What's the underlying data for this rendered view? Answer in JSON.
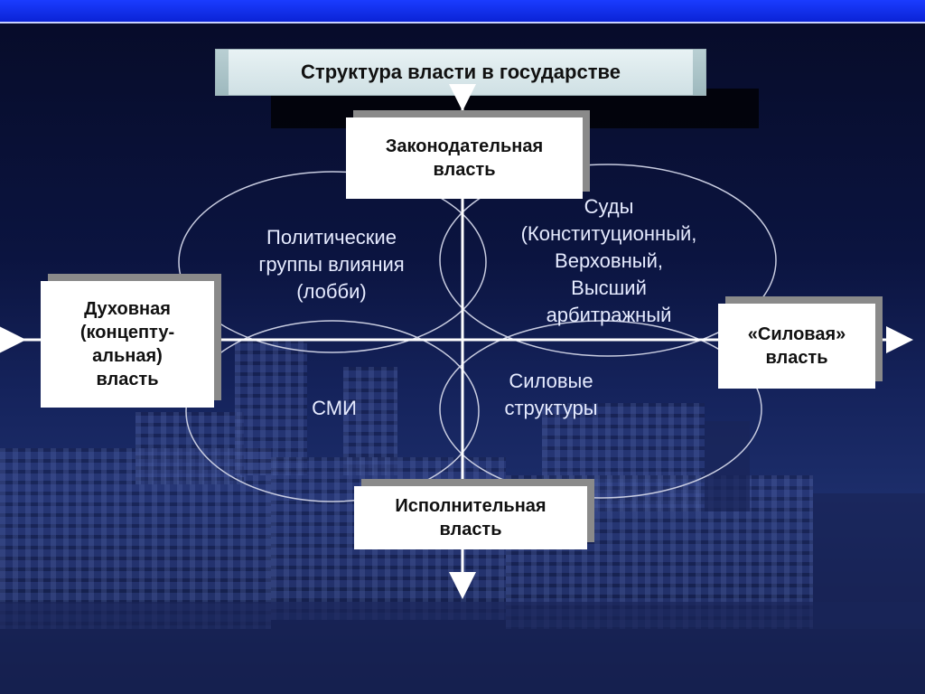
{
  "title": "Структура власти в государстве",
  "boxes": {
    "legislative": [
      "Законодательная",
      "власть"
    ],
    "executive": [
      "Исполнительная",
      "власть"
    ],
    "spiritual": [
      "Духовная",
      "(концепту-",
      "альная)",
      "власть"
    ],
    "force": [
      "«Силовая»",
      "власть"
    ]
  },
  "labels": {
    "lobby": [
      "Политические",
      "группы влияния",
      "(лобби)"
    ],
    "courts": [
      "Суды",
      "(Конституционный,",
      "Верховный,",
      "Высший",
      "арбитражный"
    ],
    "media": [
      "СМИ"
    ],
    "security": [
      "Силовые",
      "структуры"
    ]
  },
  "colors": {
    "top_bar": "#0b23d6",
    "axis": "#ffffff",
    "ellipse": "#c8cce0",
    "box_bg": "#ffffff",
    "label_text": "#e6ebff"
  }
}
